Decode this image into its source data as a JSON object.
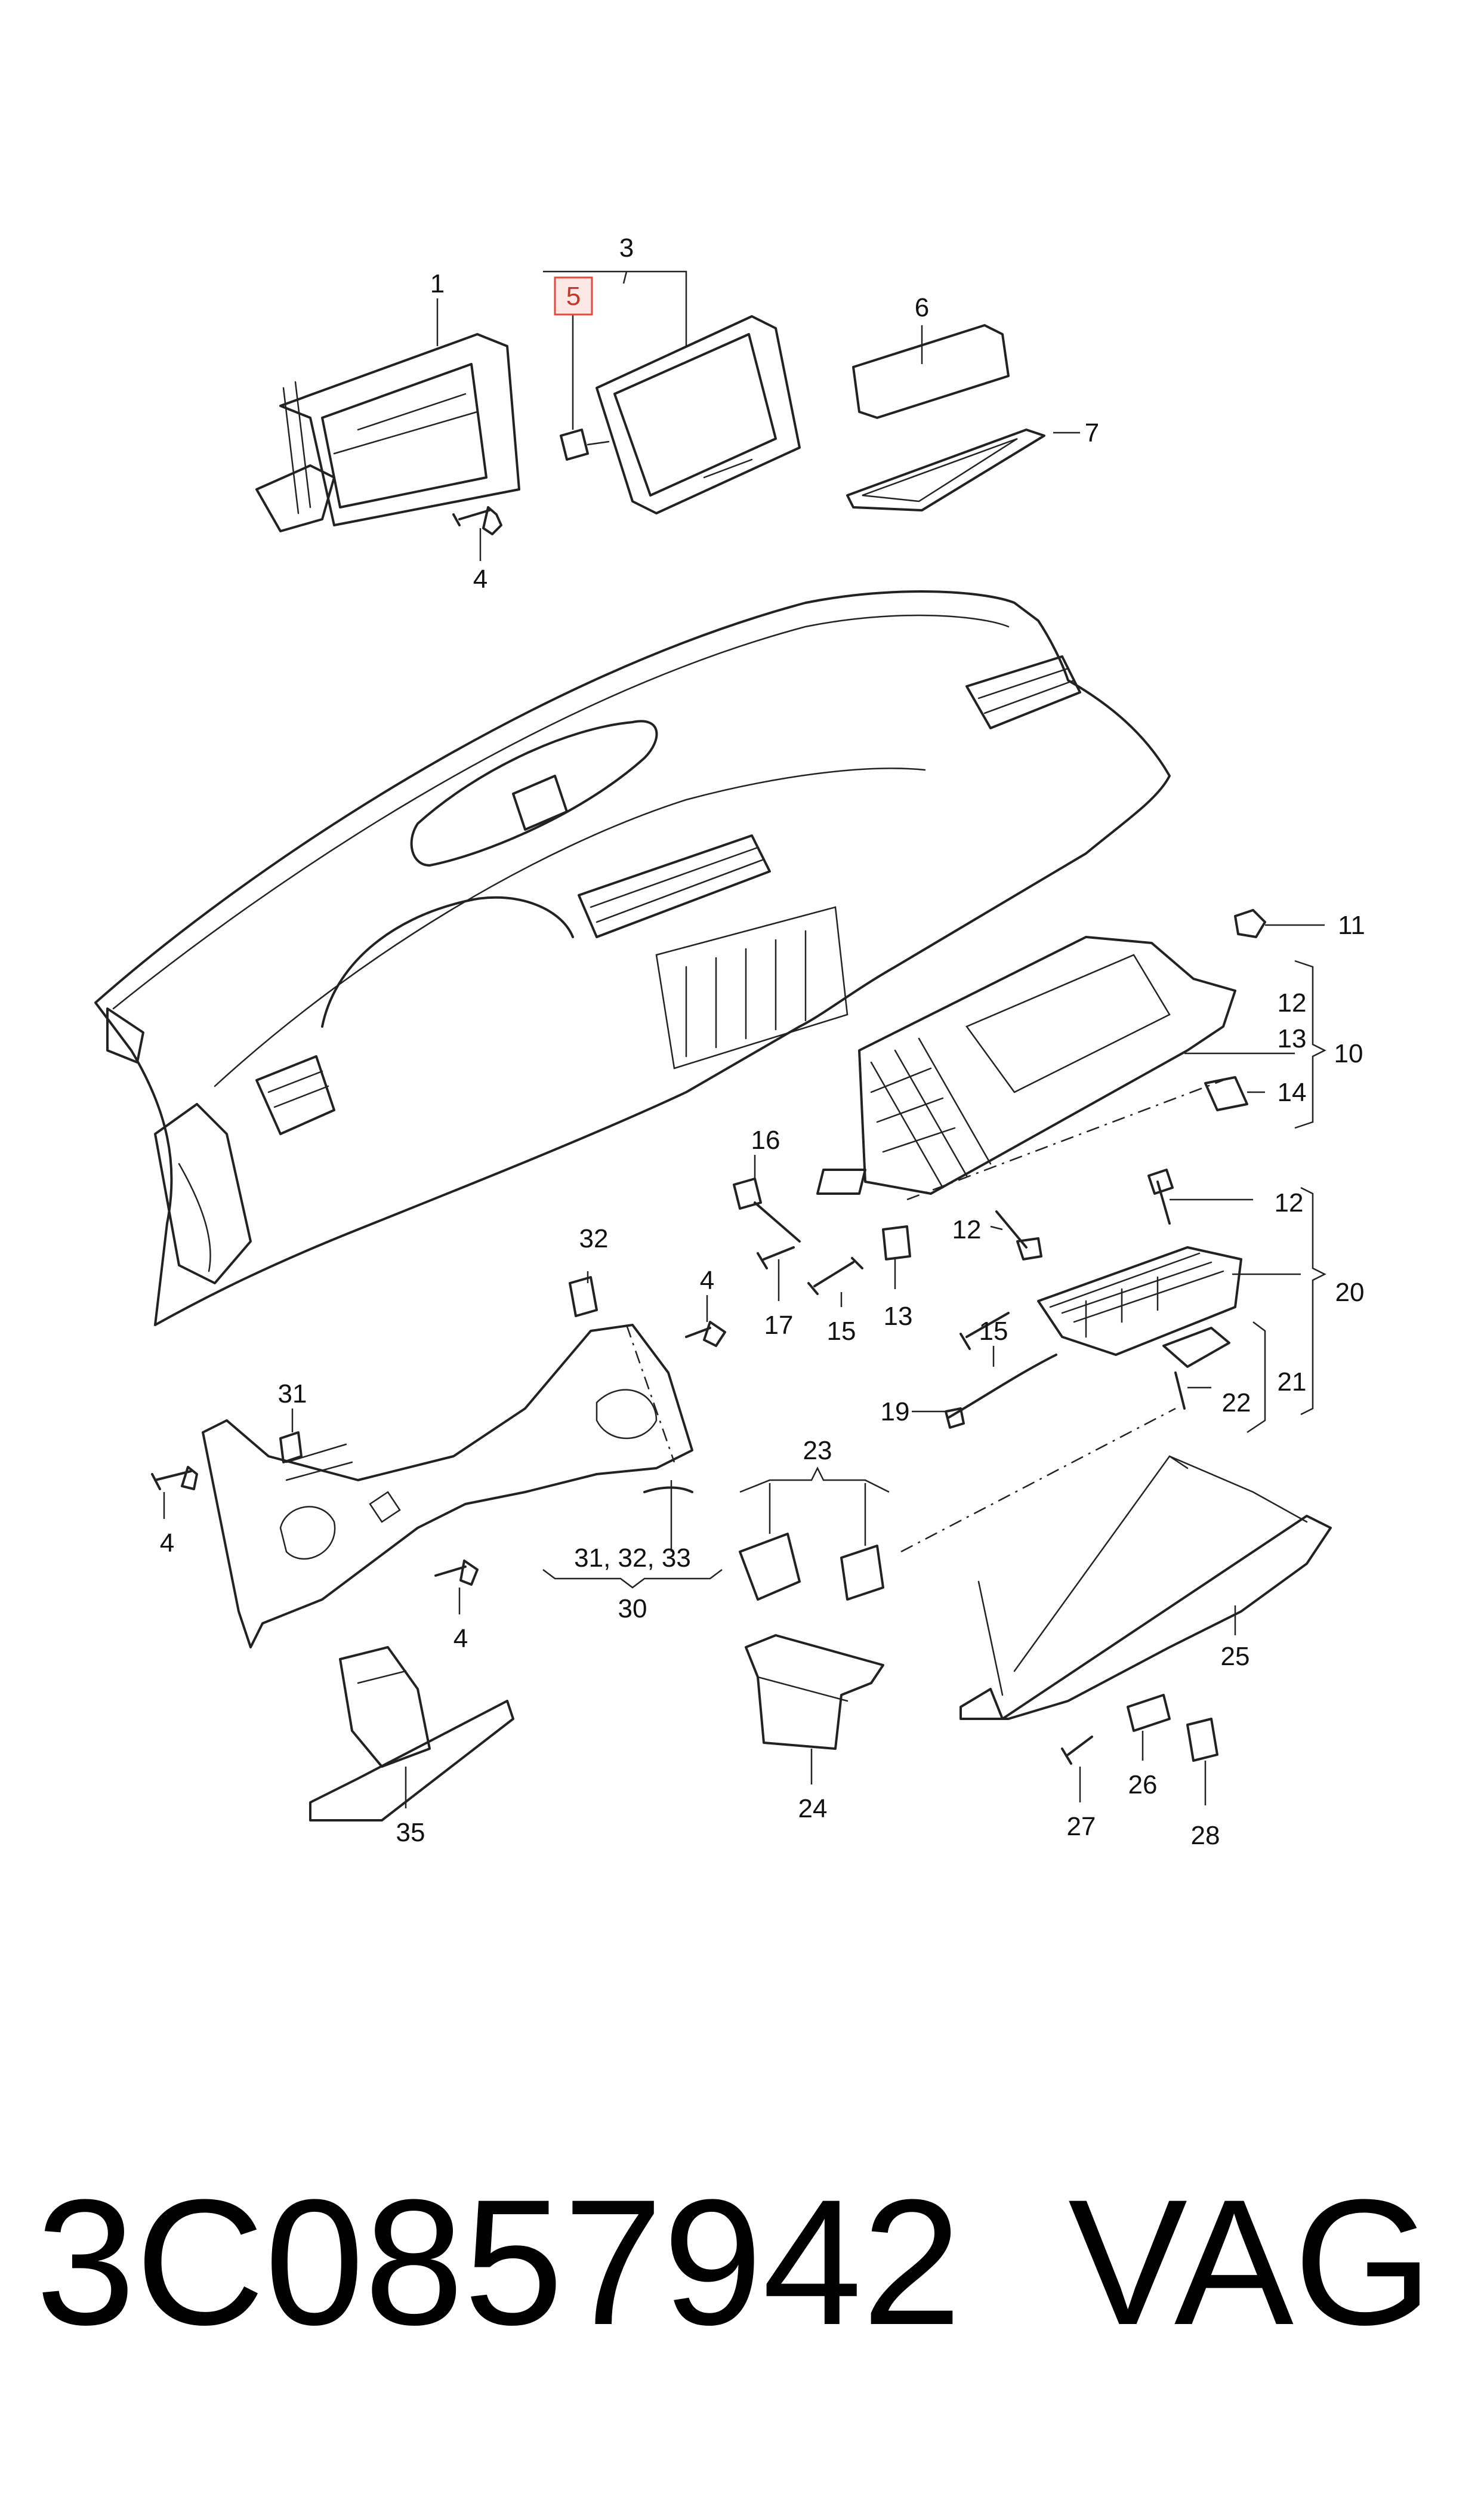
{
  "footer": {
    "part_number": "3C0857942",
    "brand": "VAG"
  },
  "highlighted_callout": "5",
  "colors": {
    "line": "#222222",
    "highlight_border": "#e24a3b",
    "highlight_fill": "#fde8e6",
    "text": "#111111"
  },
  "callouts": {
    "c1": "1",
    "c3": "3",
    "c5": "5",
    "c6": "6",
    "c7": "7",
    "c4a": "4",
    "c11": "11",
    "c12a": "12",
    "c13a": "13",
    "c10": "10",
    "c14": "14",
    "c16": "16",
    "c12b": "12",
    "c32": "32",
    "c4b": "4",
    "c17": "17",
    "c15a": "15",
    "c13b": "13",
    "c12c": "12",
    "c15b": "15",
    "c20": "20",
    "c21": "21",
    "c19": "19",
    "c22": "22",
    "c31": "31",
    "c4c": "4",
    "c23": "23",
    "c4d": "4",
    "c30": "30",
    "c30sub": "31, 32, 33",
    "c25": "25",
    "c24": "24",
    "c35": "35",
    "c26": "26",
    "c27": "27",
    "c28": "28"
  }
}
